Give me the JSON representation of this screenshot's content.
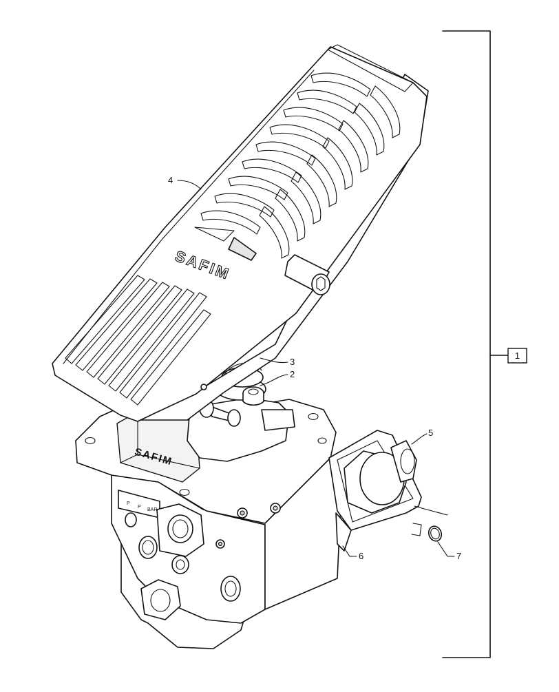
{
  "callouts": {
    "c1": "1",
    "c2": "2",
    "c3": "3",
    "c4": "4",
    "c5": "5",
    "c6": "6",
    "c7": "7"
  },
  "logo": {
    "pedal_brand": "SAFIM",
    "body_brand": "SAFIM"
  },
  "port_labels": {
    "p1": "P",
    "p2": "P",
    "p3": "BAR"
  },
  "colors": {
    "line": "#111111",
    "background": "#ffffff"
  }
}
